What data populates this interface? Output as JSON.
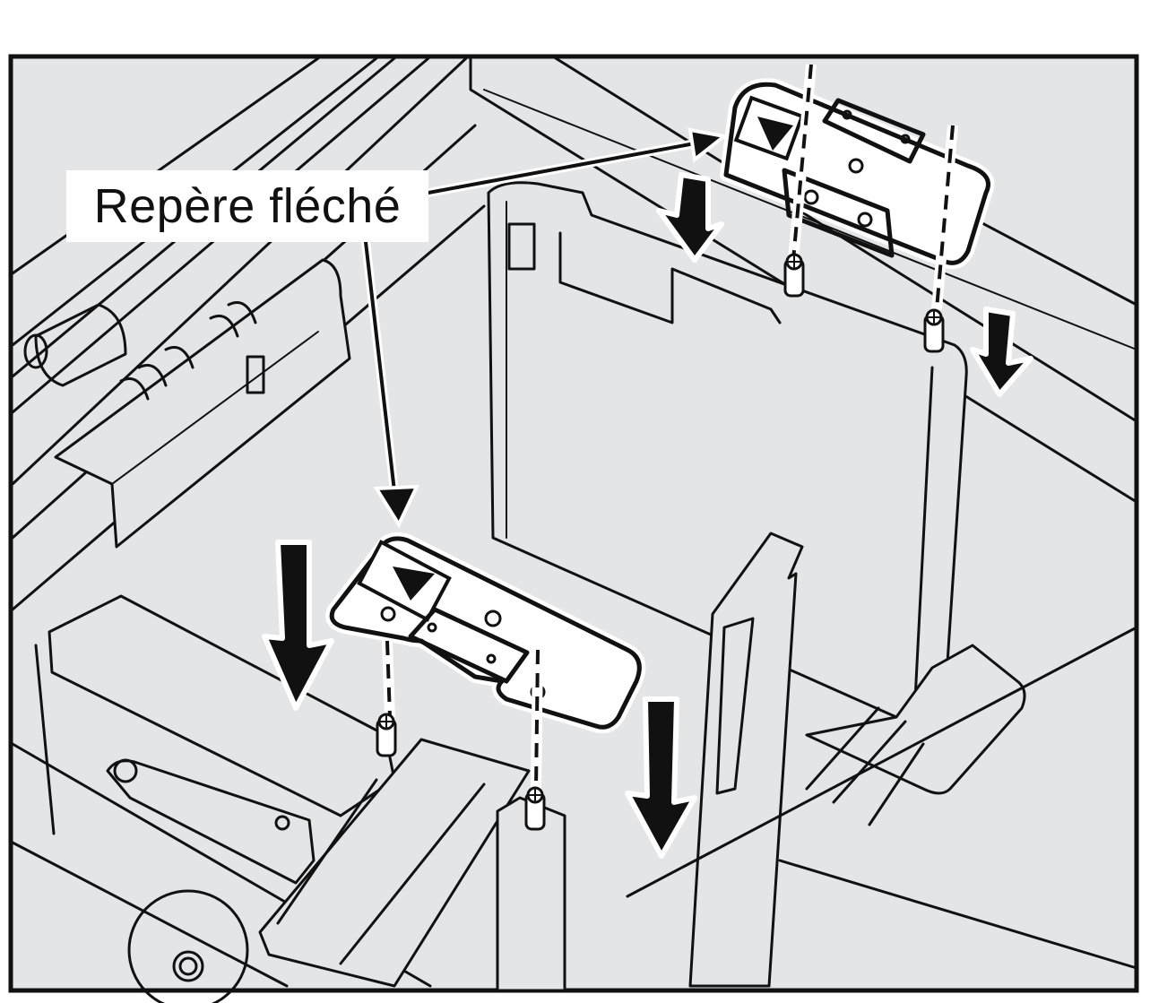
{
  "figure": {
    "type": "technical-illustration",
    "subject": "Installing tray guide brackets with screws",
    "label": {
      "text": "Repère fléché"
    },
    "colors": {
      "background": "#e4e5e7",
      "line": "#111111",
      "bracket_fill": "#ffffff",
      "page": "#ffffff"
    },
    "parts": [
      {
        "name": "upper-bracket",
        "has_arrow_mark": true,
        "screws": 2
      },
      {
        "name": "lower-bracket",
        "has_arrow_mark": true,
        "screws": 2
      }
    ],
    "direction_arrows": 4,
    "leader_lines": 2
  }
}
